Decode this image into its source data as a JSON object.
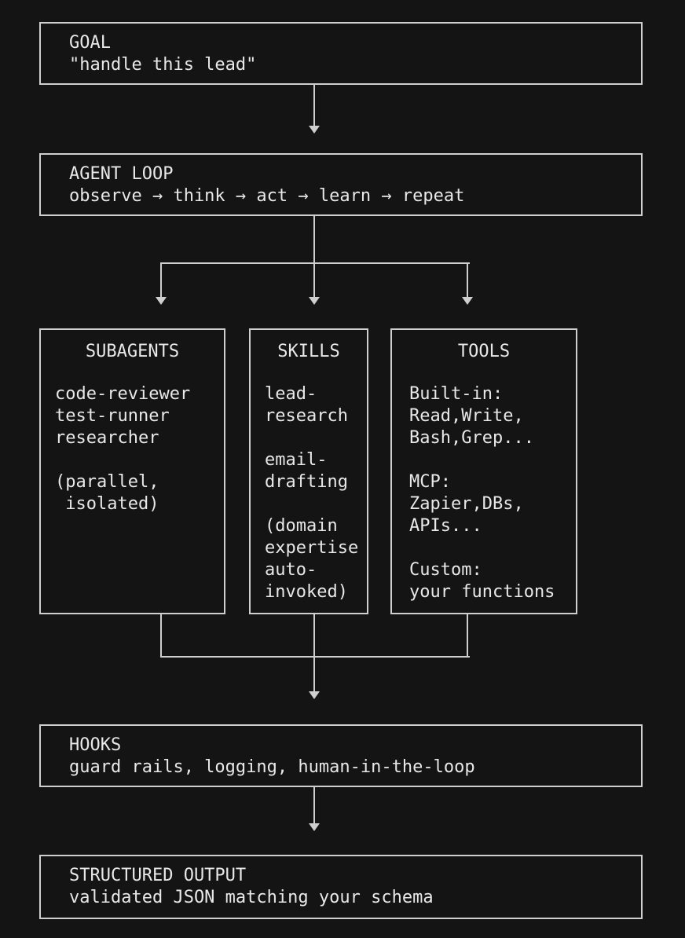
{
  "goal": {
    "title": "GOAL",
    "subtitle": "\"handle this lead\""
  },
  "agent_loop": {
    "title": "AGENT LOOP",
    "subtitle": "observe → think → act → learn → repeat"
  },
  "columns": {
    "subagents": {
      "title": "SUBAGENTS",
      "body": "code-reviewer\ntest-runner\nresearcher\n\n(parallel,\n isolated)"
    },
    "skills": {
      "title": "SKILLS",
      "body": "lead-\nresearch\n\nemail-\ndrafting\n\n(domain\nexpertise\nauto-\ninvoked)"
    },
    "tools": {
      "title": "TOOLS",
      "body": "Built-in:\nRead,Write,\nBash,Grep...\n\nMCP:\nZapier,DBs,\nAPIs...\n\nCustom:\nyour functions"
    }
  },
  "hooks": {
    "title": "HOOKS",
    "subtitle": "guard rails, logging, human-in-the-loop"
  },
  "structured_output": {
    "title": "STRUCTURED OUTPUT",
    "subtitle": "validated JSON matching your schema"
  },
  "colors": {
    "background": "#141414",
    "line": "#cfcfcf",
    "text": "#e8e8e8"
  }
}
